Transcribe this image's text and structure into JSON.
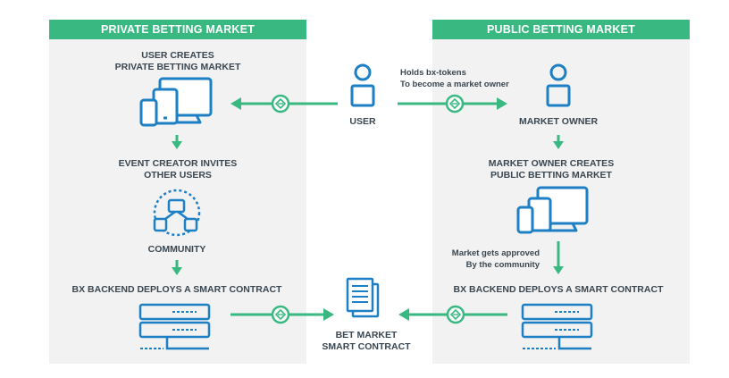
{
  "private_market": {
    "header": "PRIVATE BETTING MARKET",
    "step_create_line1": "USER CREATES",
    "step_create_line2": "PRIVATE BETTING MARKET",
    "step_invite_line1": "EVENT CREATOR INVITES",
    "step_invite_line2": "OTHER USERS",
    "community": "COMMUNITY",
    "deploy": "BX BACKEND DEPLOYS A SMART CONTRACT"
  },
  "public_market": {
    "header": "PUBLIC BETTING MARKET",
    "market_owner": "MARKET OWNER",
    "step_create_line1": "MARKET OWNER CREATES",
    "step_create_line2": "PUBLIC BETTING MARKET",
    "approval_line1": "Market gets approved",
    "approval_line2": "By the community",
    "deploy": "BX BACKEND DEPLOYS A SMART CONTRACT"
  },
  "center": {
    "user": "USER",
    "tokens_line1": "Holds bx-tokens",
    "tokens_line2": "To become a market owner",
    "contract_line1": "BET MARKET",
    "contract_line2": "SMART CONTRACT"
  },
  "colors": {
    "accent_green": "#39b882",
    "icon_blue": "#1d7fc4",
    "text_dark": "#3a4650",
    "panel_bg": "#f2f2f2"
  }
}
